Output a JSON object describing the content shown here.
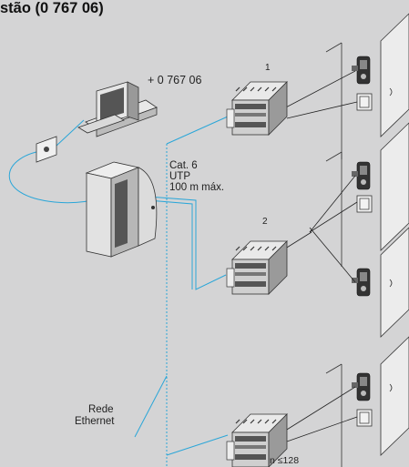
{
  "title": "stão (0 767 06)",
  "labels": {
    "module_ref": "+ 0 767 06",
    "unit_1": "1",
    "unit_2": "2",
    "cable_type": "Cat. 6",
    "cable_utp": "UTP",
    "cable_length": "100 m máx.",
    "network_line1": "Rede",
    "network_line2": "Ethernet",
    "max_units": "n ≤128"
  },
  "colors": {
    "background": "#d4d4d5",
    "network_line": "#2aa6d8",
    "wire": "#222222"
  }
}
